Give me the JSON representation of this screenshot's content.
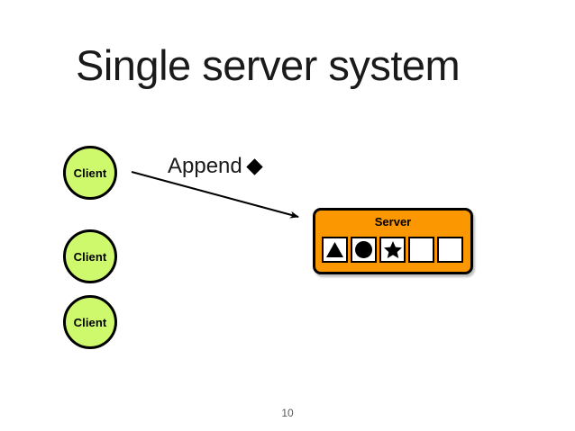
{
  "slide": {
    "title": "Single server system",
    "page_number": "10",
    "background_color": "#ffffff"
  },
  "colors": {
    "client_fill": "#cff96d",
    "server_fill": "#fb9700",
    "slot_fill": "#ffffff",
    "stroke": "#000000",
    "title_text": "#1a1a1a",
    "page_number_text": "#5a5a5a"
  },
  "clients": [
    {
      "label": "Client"
    },
    {
      "label": "Client"
    },
    {
      "label": "Client"
    }
  ],
  "message": {
    "label": "Append",
    "payload_icon": "diamond-icon"
  },
  "arrow": {
    "name": "append-arrow",
    "from": "client-1",
    "to": "server-box"
  },
  "server": {
    "label": "Server",
    "slots": [
      {
        "icon": "triangle-icon",
        "filled": true
      },
      {
        "icon": "circle-icon",
        "filled": true
      },
      {
        "icon": "star-icon",
        "filled": true
      },
      {
        "icon": "empty-slot-icon",
        "filled": false
      },
      {
        "icon": "empty-slot-icon",
        "filled": false
      }
    ]
  }
}
